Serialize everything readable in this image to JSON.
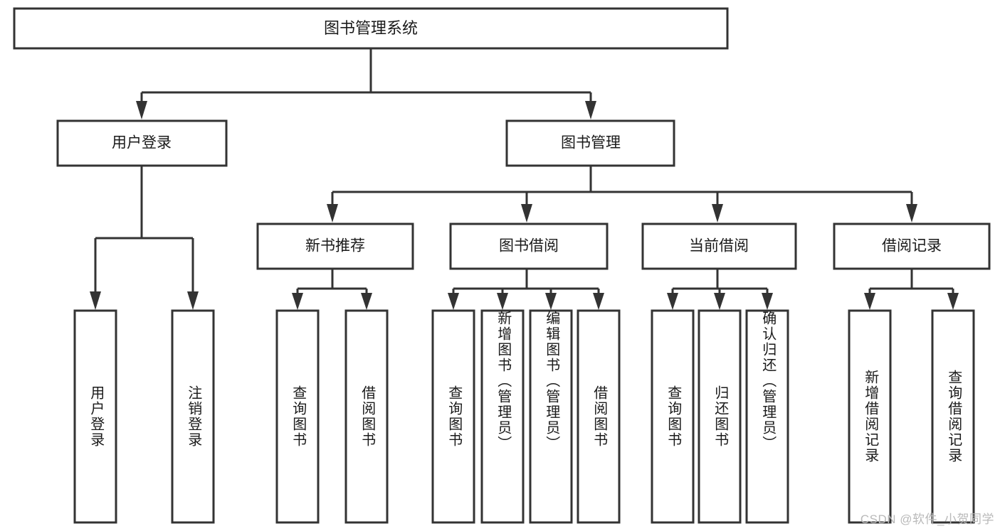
{
  "diagram": {
    "type": "tree-hierarchy",
    "title": "图书管理系统",
    "watermark": "CSDN @软件_小贺同学",
    "colors": {
      "background": "#ffffff",
      "box_stroke": "#333333",
      "connector": "#333333",
      "text": "#1a1a1a",
      "watermark": "#b9b9b9"
    },
    "levels": {
      "root": {
        "label": "图书管理系统"
      },
      "level2": [
        {
          "id": "user-login",
          "label": "用户登录"
        },
        {
          "id": "book-manage",
          "label": "图书管理"
        }
      ],
      "level3": [
        {
          "id": "new-book-recommend",
          "label": "新书推荐"
        },
        {
          "id": "book-borrow",
          "label": "图书借阅"
        },
        {
          "id": "current-borrow",
          "label": "当前借阅"
        },
        {
          "id": "borrow-record",
          "label": "借阅记录"
        }
      ],
      "leaves": {
        "user-login": [
          {
            "id": "leaf-user-login",
            "label": "用户登录"
          },
          {
            "id": "leaf-logout-login",
            "label": "注销登录"
          }
        ],
        "new-book-recommend": [
          {
            "id": "leaf-query-book-1",
            "label": "查询图书"
          },
          {
            "id": "leaf-borrow-book-1",
            "label": "借阅图书"
          }
        ],
        "book-borrow": [
          {
            "id": "leaf-query-book-2",
            "label": "查询图书"
          },
          {
            "id": "leaf-add-book-admin",
            "label": "新增图书（管理员）"
          },
          {
            "id": "leaf-edit-book-admin",
            "label": "编辑图书（管理员）"
          },
          {
            "id": "leaf-borrow-book-2",
            "label": "借阅图书"
          }
        ],
        "current-borrow": [
          {
            "id": "leaf-query-book-3",
            "label": "查询图书"
          },
          {
            "id": "leaf-return-book",
            "label": "归还图书"
          },
          {
            "id": "leaf-confirm-return-admin",
            "label": "确认归还（管理员）"
          }
        ],
        "borrow-record": [
          {
            "id": "leaf-add-borrow-record",
            "label": "新增借阅记录"
          },
          {
            "id": "leaf-query-borrow-record",
            "label": "查询借阅记录"
          }
        ]
      }
    }
  }
}
